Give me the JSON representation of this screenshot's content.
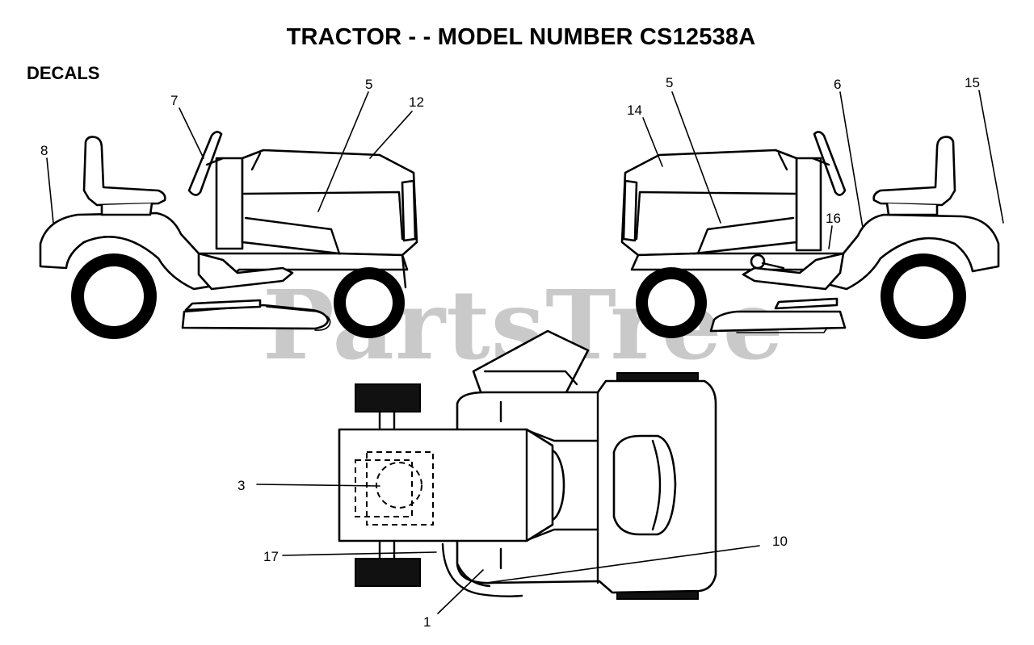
{
  "header": {
    "title": "TRACTOR - - MODEL NUMBER CS12538A",
    "section": "DECALS"
  },
  "watermark": "PartsTree",
  "callouts": {
    "left_side": [
      "8",
      "7",
      "5",
      "12"
    ],
    "right_side": [
      "14",
      "5",
      "6",
      "15",
      "16"
    ],
    "top_view": [
      "3",
      "17",
      "1",
      "10"
    ]
  }
}
